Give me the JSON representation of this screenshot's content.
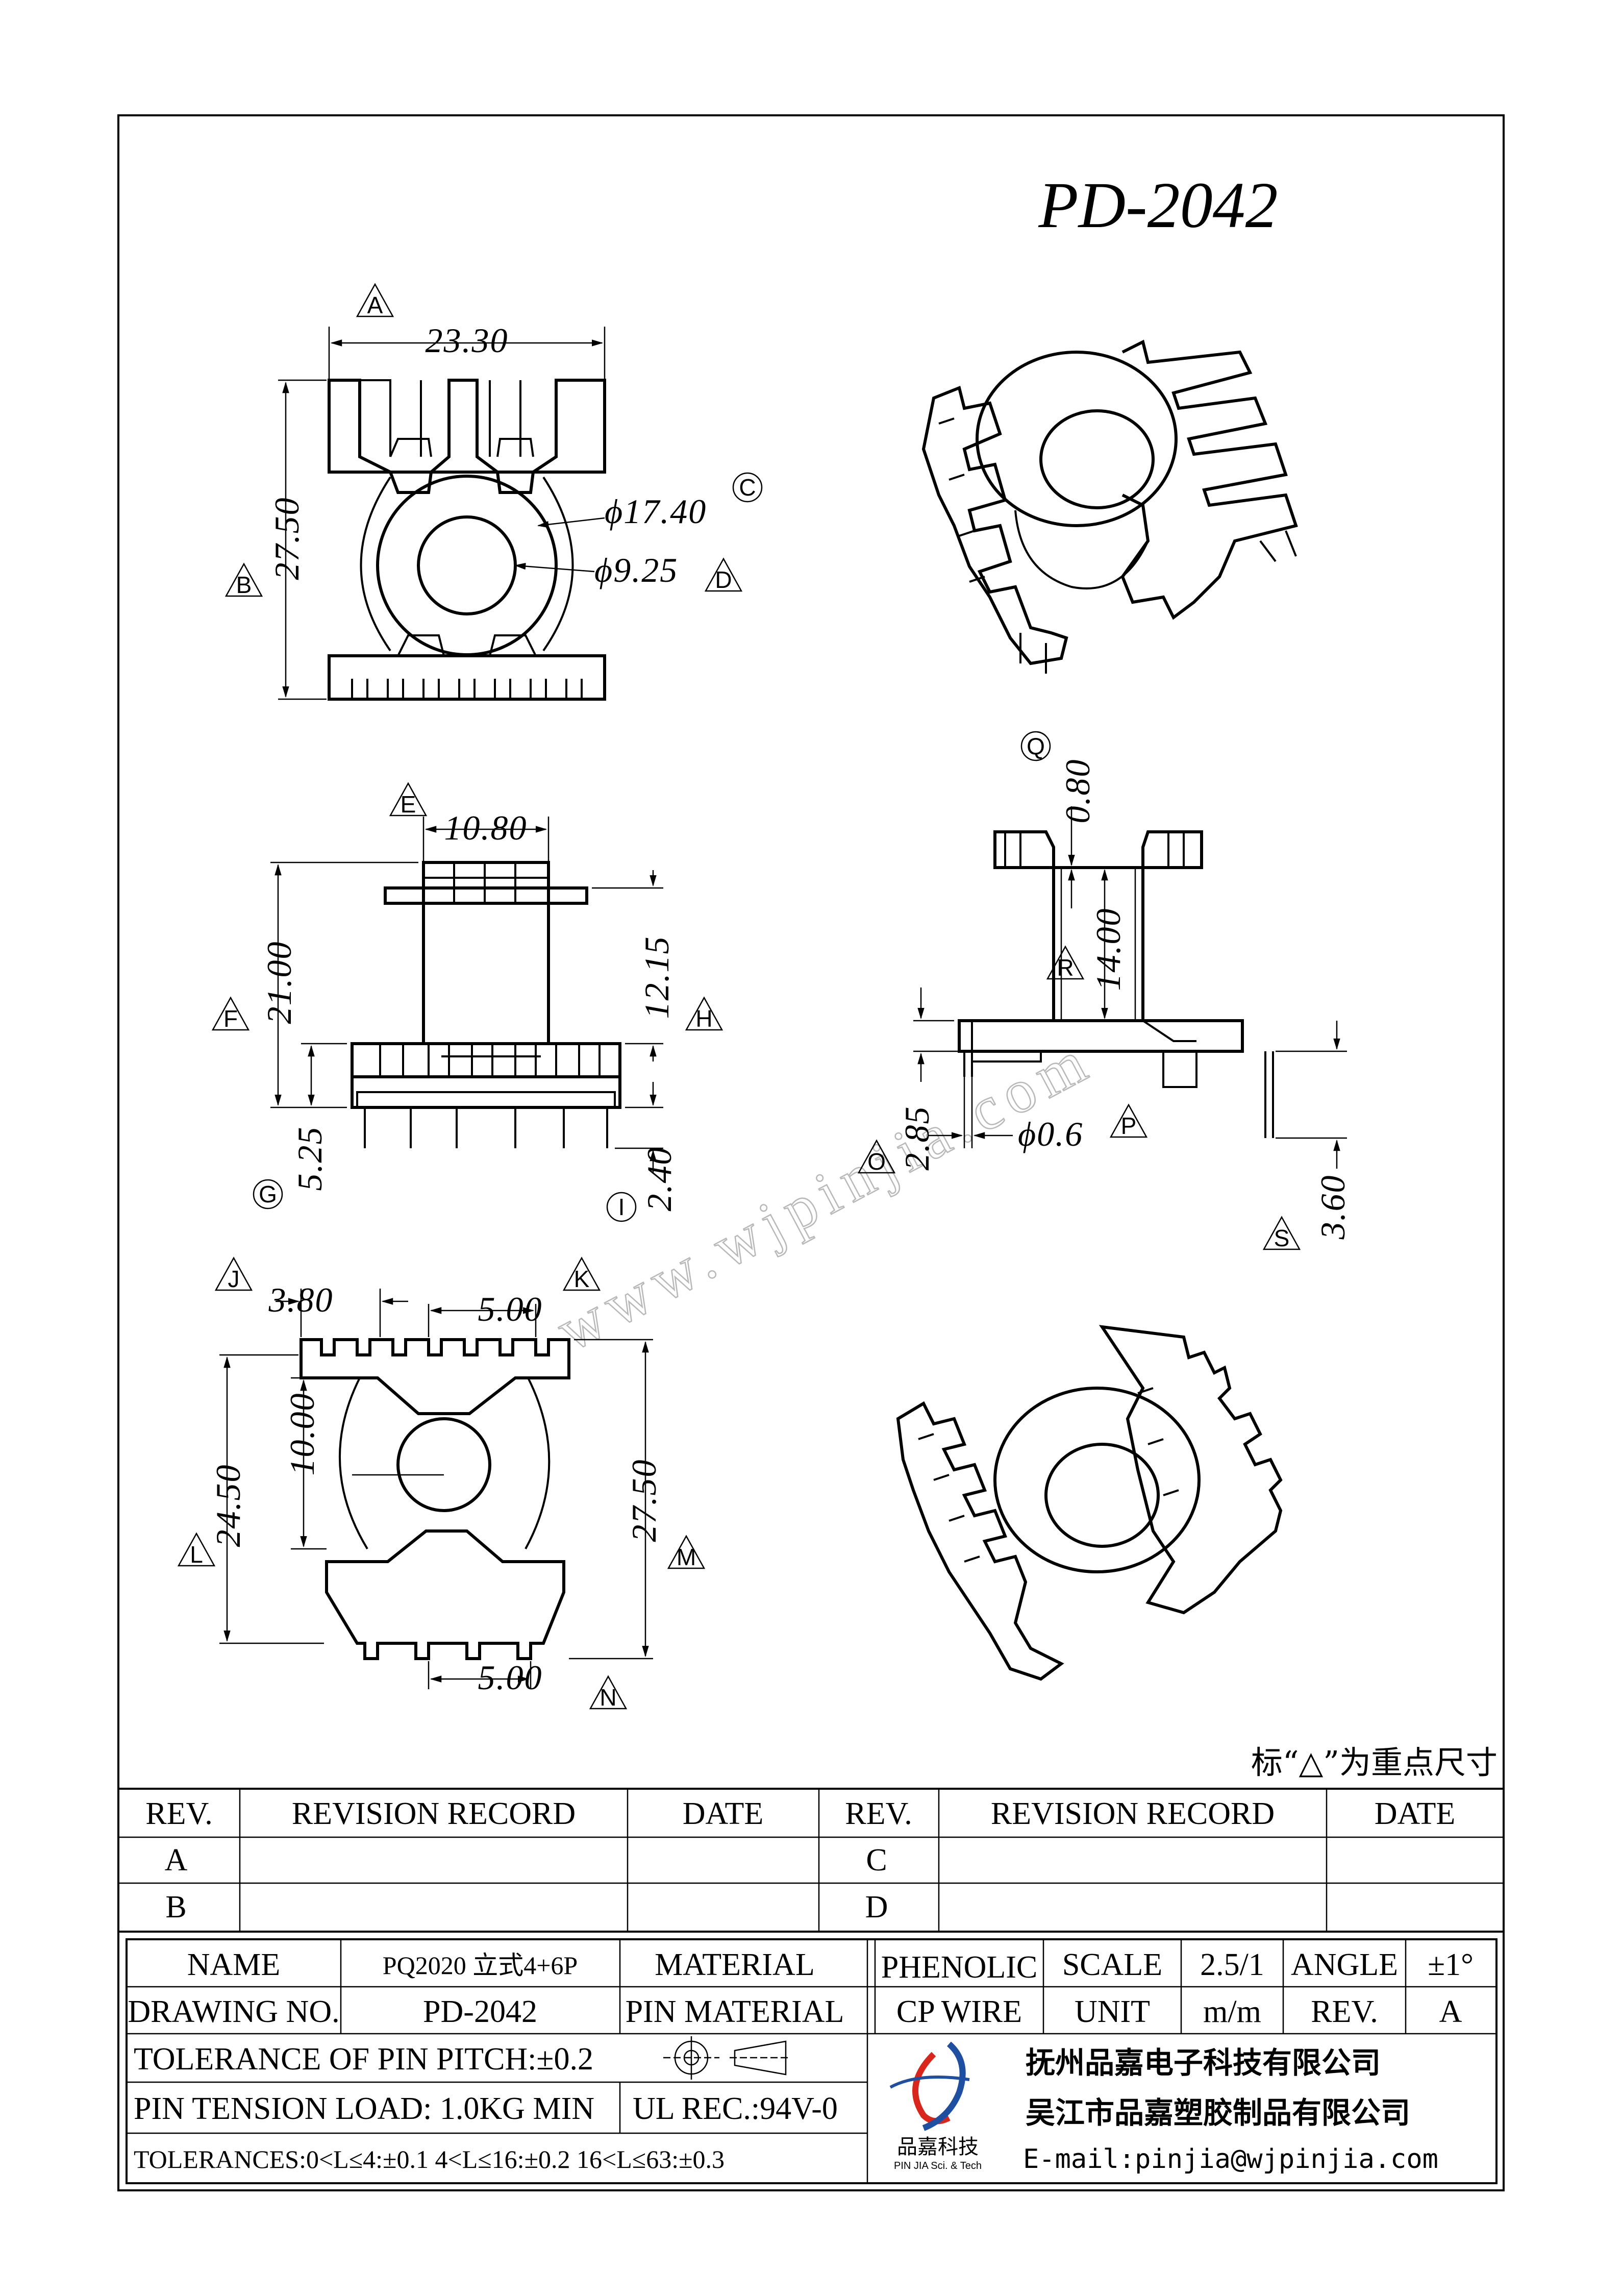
{
  "drawing": {
    "title": "PD-2042",
    "key_note": "标“△”为重点尺寸",
    "watermark": "www.wjpinjia.com"
  },
  "dimensions": {
    "A": {
      "tag": "A",
      "value": "23.30"
    },
    "B": {
      "tag": "B",
      "value": "27.50"
    },
    "C": {
      "tag": "C",
      "value": "ϕ17.40"
    },
    "D": {
      "tag": "D",
      "value": "ϕ9.25"
    },
    "E": {
      "tag": "E",
      "value": "10.80"
    },
    "F": {
      "tag": "F",
      "value": "21.00"
    },
    "G": {
      "tag": "G",
      "value": "5.25"
    },
    "H": {
      "tag": "H",
      "value": "12.15"
    },
    "I": {
      "tag": "I",
      "value": "2.40"
    },
    "J": {
      "tag": "J",
      "value": "3.80"
    },
    "K": {
      "tag": "K",
      "value": "5.00"
    },
    "L": {
      "tag": "L",
      "value": "24.50"
    },
    "L2": {
      "value": "10.00"
    },
    "M": {
      "tag": "M",
      "value": "27.50"
    },
    "N": {
      "tag": "N",
      "value": "5.00"
    },
    "O": {
      "tag": "O",
      "value": "2.85"
    },
    "P": {
      "tag": "P",
      "value": "ϕ0.6"
    },
    "Q": {
      "tag": "Q",
      "value": "0.80"
    },
    "R": {
      "tag": "R",
      "value": "14.00"
    },
    "S": {
      "tag": "S",
      "value": "3.60"
    }
  },
  "revision_table": {
    "headers": [
      "REV.",
      "REVISION RECORD",
      "DATE",
      "REV.",
      "REVISION RECORD",
      "DATE"
    ],
    "rows": [
      [
        "A",
        "",
        "",
        "C",
        "",
        ""
      ],
      [
        "B",
        "",
        "",
        "D",
        "",
        ""
      ]
    ]
  },
  "title_block": {
    "name_label": "NAME",
    "name_value": "PQ2020 立式4+6P",
    "material_label": "MATERIAL",
    "material_value": "PHENOLIC",
    "scale_label": "SCALE",
    "scale_value": "2.5/1",
    "angle_label": "ANGLE",
    "angle_value": "±1°",
    "drawing_no_label": "DRAWING NO.",
    "drawing_no_value": "PD-2042",
    "pin_material_label": "PIN MATERIAL",
    "pin_material_value": "CP WIRE",
    "unit_label": "UNIT",
    "unit_value": "m/m",
    "rev_label": "REV.",
    "rev_value": "A",
    "pin_pitch_tolerance": "TOLERANCE OF PIN PITCH:±0.2",
    "pin_tension": "PIN TENSION LOAD: 1.0KG  MIN",
    "ul_rec": "UL REC.:94V-0",
    "tolerances": "TOLERANCES:0<L≤4:±0.1 4<L≤16:±0.2 16<L≤63:±0.3",
    "company_1": "抚州品嘉电子科技有限公司",
    "company_2": "吴江市品嘉塑胶制品有限公司",
    "email": "E-mail:pinjia@wjpinjia.com",
    "logo_cn": "品嘉科技",
    "logo_en": "PIN JIA Sci. & Tech"
  }
}
